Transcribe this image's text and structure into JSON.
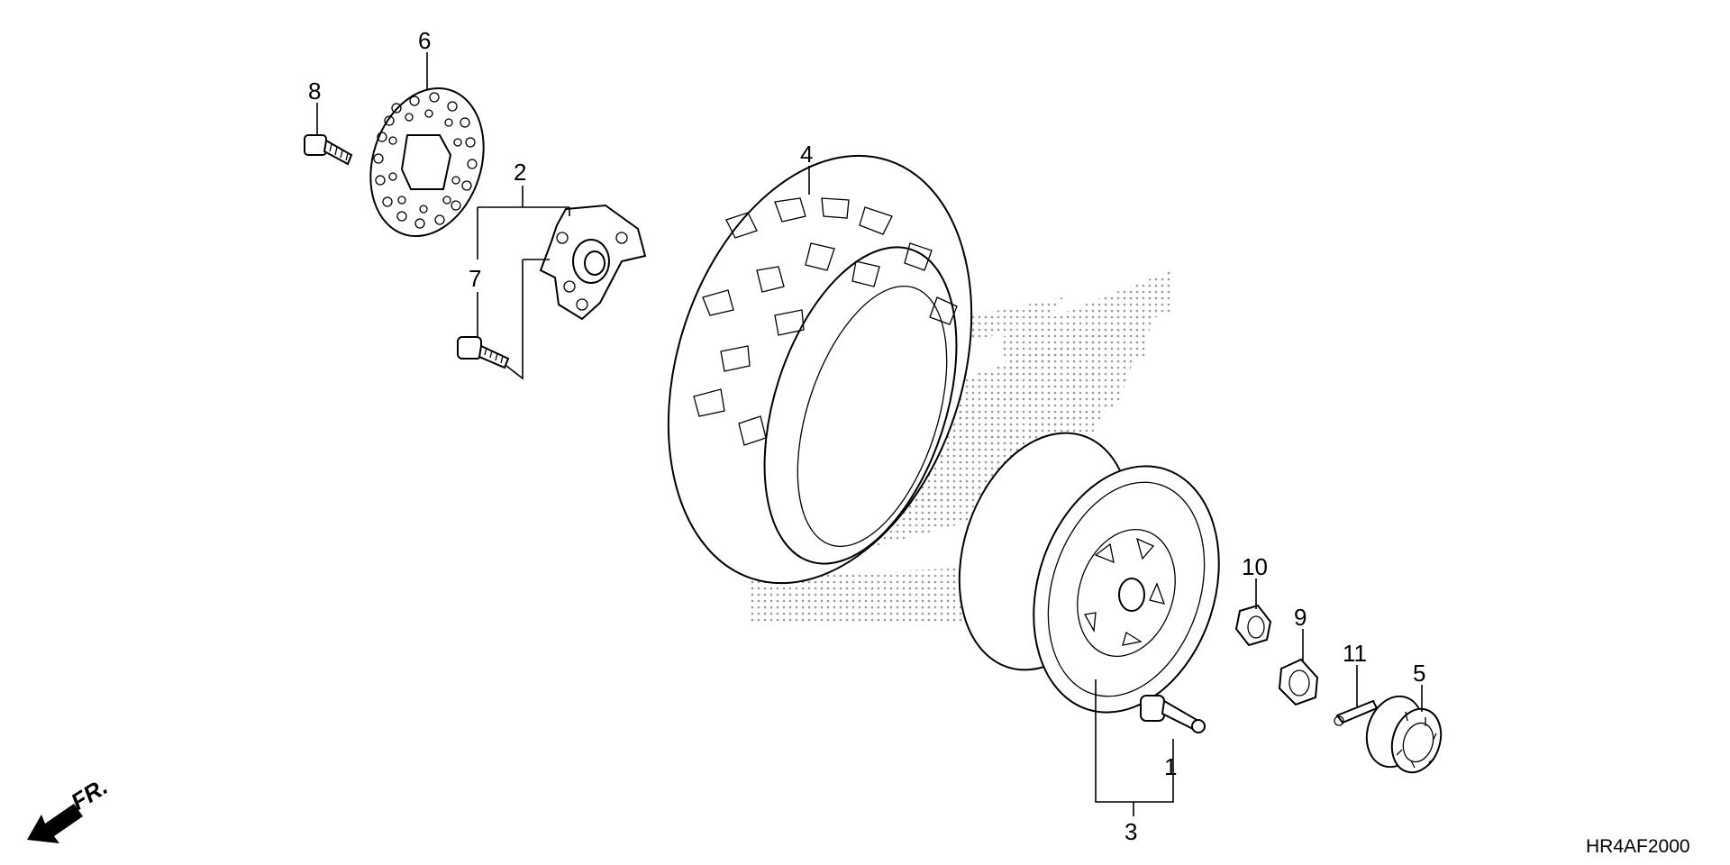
{
  "diagram": {
    "drawing_code": "HR4AF2000",
    "direction_label": "FR.",
    "callouts": [
      "1",
      "2",
      "3",
      "4",
      "5",
      "6",
      "7",
      "8",
      "9",
      "10",
      "11"
    ],
    "parts": [
      {
        "ref": "1",
        "name": "valve-stem"
      },
      {
        "ref": "2",
        "name": "wheel-hub"
      },
      {
        "ref": "3",
        "name": "wheel-rim-assembly"
      },
      {
        "ref": "4",
        "name": "tire"
      },
      {
        "ref": "5",
        "name": "castle-nut-cap"
      },
      {
        "ref": "6",
        "name": "brake-disc"
      },
      {
        "ref": "7",
        "name": "hub-bolt"
      },
      {
        "ref": "8",
        "name": "disc-bolt"
      },
      {
        "ref": "9",
        "name": "castle-nut"
      },
      {
        "ref": "10",
        "name": "wheel-nut"
      },
      {
        "ref": "11",
        "name": "cotter-pin"
      }
    ]
  }
}
